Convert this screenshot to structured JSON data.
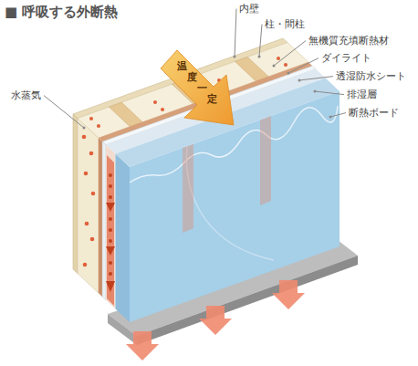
{
  "diagram": {
    "title": "■ 呼吸する外断熱",
    "nodes": [
      {
        "text": [
          "温度一定"
        ]
      }
    ],
    "labels": [
      "内壁",
      "柱・間柱",
      "無機質充填断熱材",
      "ダイライト",
      "透湿防水シート",
      "排湿層",
      "断熱ボード",
      "水蒸気"
    ]
  }
}
